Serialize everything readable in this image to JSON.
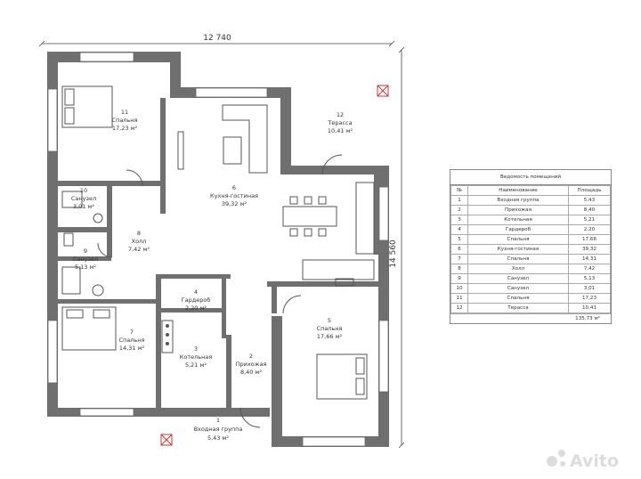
{
  "dimensions": {
    "width": "12 740",
    "height": "14 560"
  },
  "rooms": [
    {
      "num": "11",
      "name": "Спальня",
      "area": "17,23 м²"
    },
    {
      "num": "12",
      "name": "Терасса",
      "area": "10,41 м²"
    },
    {
      "num": "6",
      "name": "Кухня-гостиная",
      "area": "39,32 м²"
    },
    {
      "num": "10",
      "name": "Санузел",
      "area": "3,01 м²"
    },
    {
      "num": "8",
      "name": "Холл",
      "area": "7,42 м²"
    },
    {
      "num": "9",
      "name": "Санузел",
      "area": "5,13 м²"
    },
    {
      "num": "4",
      "name": "Гардероб",
      "area": "2,20 м²"
    },
    {
      "num": "5",
      "name": "Спальня",
      "area": "17,66 м²"
    },
    {
      "num": "7",
      "name": "Спальня",
      "area": "14,31 м²"
    },
    {
      "num": "3",
      "name": "Котельная",
      "area": "5,21 м²"
    },
    {
      "num": "2",
      "name": "Прихожая",
      "area": "8,40 м²"
    },
    {
      "num": "1",
      "name": "Входная группа",
      "area": "5,43 м²"
    }
  ],
  "legend": {
    "title": "Ведомость помещений",
    "headers": [
      "№",
      "Наименование",
      "Площадь"
    ],
    "rows": [
      [
        "1",
        "Входная группа",
        "5,43"
      ],
      [
        "2",
        "Прихожая",
        "8,40"
      ],
      [
        "3",
        "Котельная",
        "5,21"
      ],
      [
        "4",
        "Гардероб",
        "2,20"
      ],
      [
        "5",
        "Спальня",
        "17,66"
      ],
      [
        "6",
        "Кухня-гостиная",
        "39,32"
      ],
      [
        "7",
        "Спальня",
        "14,31"
      ],
      [
        "8",
        "Холл",
        "7,42"
      ],
      [
        "9",
        "Санузел",
        "5,13"
      ],
      [
        "10",
        "Санузел",
        "3,01"
      ],
      [
        "11",
        "Спальня",
        "17,23"
      ],
      [
        "12",
        "Терасса",
        "10,41"
      ]
    ],
    "total": "135,73 м²"
  },
  "watermark": "Avito"
}
